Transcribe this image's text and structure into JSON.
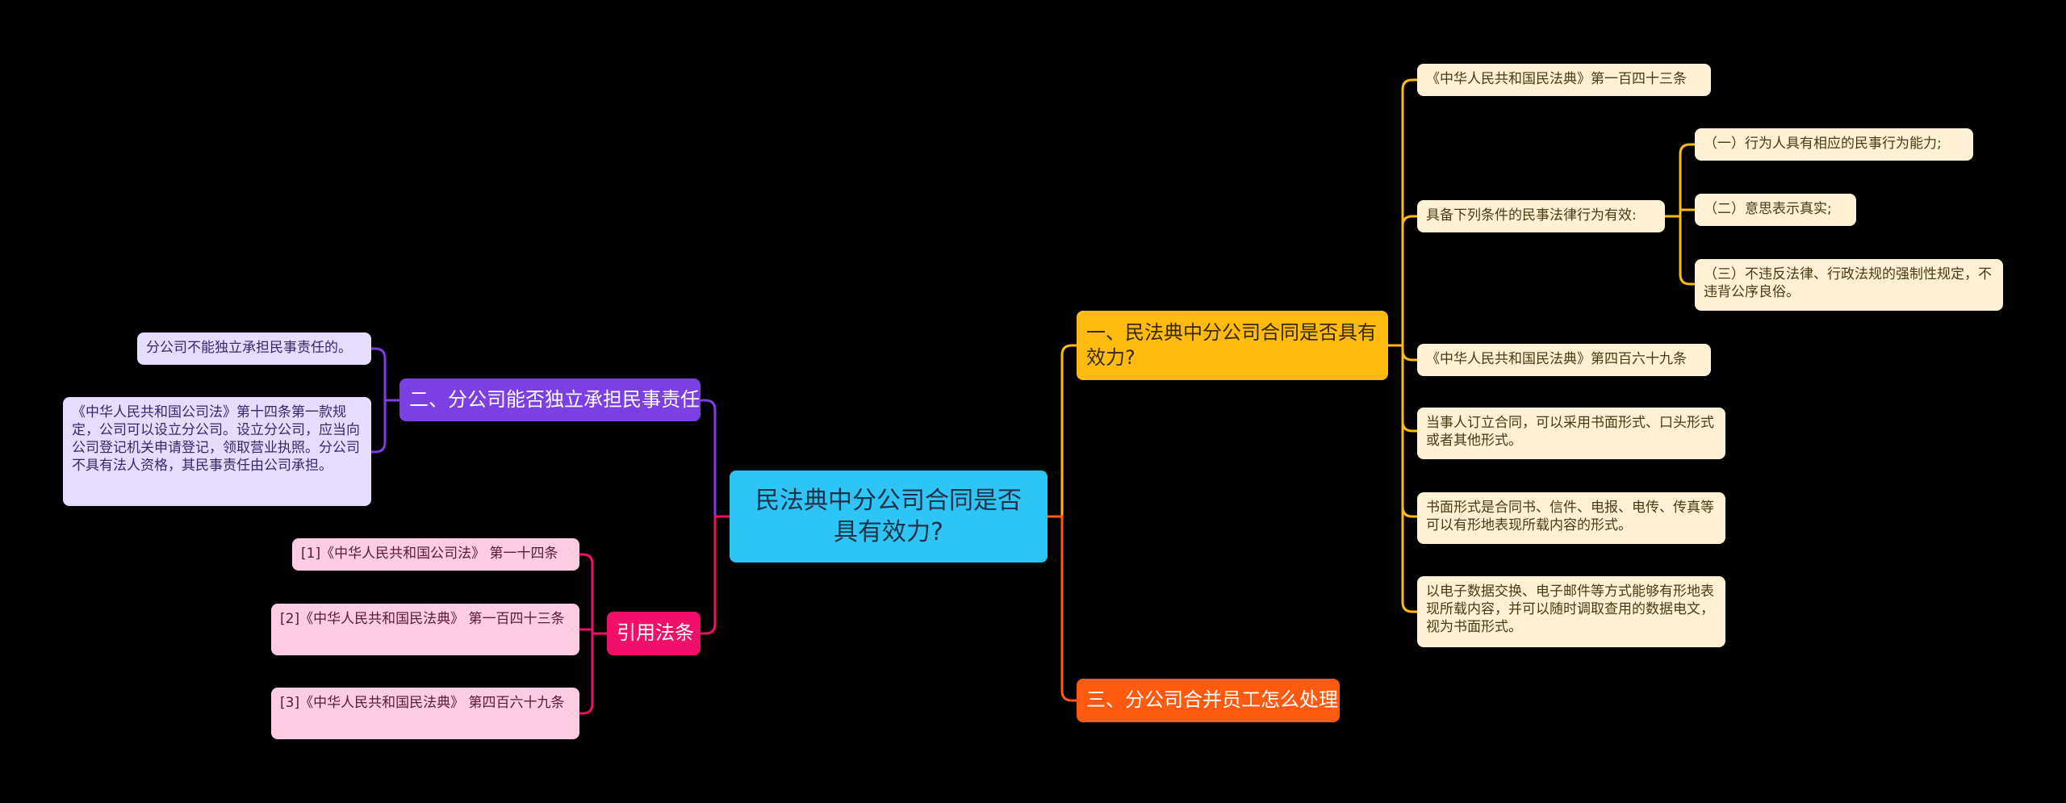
{
  "root": {
    "label": "民法典中分公司合同是否具有效力?"
  },
  "colors": {
    "root": "#2ec5f5",
    "branch_yellow": "#ffbb0f",
    "branch_orange": "#ff5a0f",
    "branch_purple": "#7b3fe4",
    "branch_pink": "#f20f6a",
    "leaf_yellow": "#fff2d4",
    "leaf_purple": "#e6dcfd",
    "leaf_pink": "#ffcce3"
  },
  "right": {
    "branch1": {
      "label": "一、民法典中分公司合同是否具有效力?",
      "children": [
        {
          "label": "《中华人民共和国民法典》第一百四十三条"
        },
        {
          "label": "具备下列条件的民事法律行为有效:",
          "children": [
            {
              "label": "（一）行为人具有相应的民事行为能力;"
            },
            {
              "label": "（二）意思表示真实;"
            },
            {
              "label": "（三）不违反法律、行政法规的强制性规定，不违背公序良俗。"
            }
          ]
        },
        {
          "label": "《中华人民共和国民法典》第四百六十九条"
        },
        {
          "label": "当事人订立合同，可以采用书面形式、口头形式或者其他形式。"
        },
        {
          "label": "书面形式是合同书、信件、电报、电传、传真等可以有形地表现所载内容的形式。"
        },
        {
          "label": "以电子数据交换、电子邮件等方式能够有形地表现所载内容，并可以随时调取查用的数据电文，视为书面形式。"
        }
      ]
    },
    "branch3": {
      "label": "三、分公司合并员工怎么处理"
    }
  },
  "left": {
    "branch2": {
      "label": "二、分公司能否独立承担民事责任",
      "children": [
        {
          "label": "分公司不能独立承担民事责任的。"
        },
        {
          "label": "《中华人民共和国公司法》第十四条第一款规定，公司可以设立分公司。设立分公司，应当向公司登记机关申请登记，领取营业执照。分公司不具有法人资格，其民事责任由公司承担。"
        }
      ]
    },
    "citations": {
      "label": "引用法条",
      "children": [
        {
          "label": "[1]《中华人民共和国公司法》 第一十四条"
        },
        {
          "label": "[2]《中华人民共和国民法典》 第一百四十三条"
        },
        {
          "label": "[3]《中华人民共和国民法典》 第四百六十九条"
        }
      ]
    }
  }
}
